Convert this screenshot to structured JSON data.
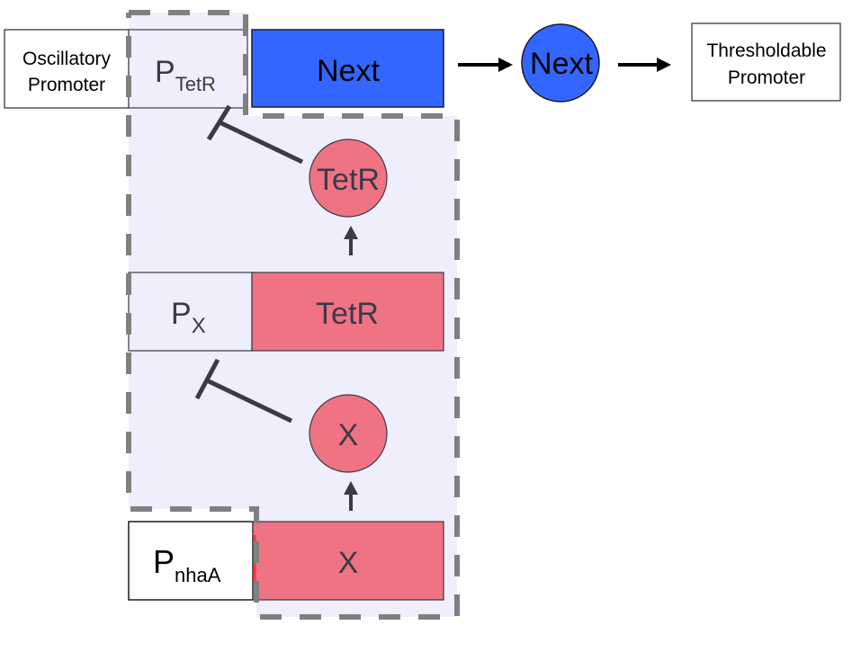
{
  "colors": {
    "region_fill": "#eeeefc",
    "region_dash": "#808080",
    "gene_red": "#ef7382",
    "next_blue": "#3366ff",
    "ink": "#3a3a4a",
    "red_edge": "#ff3344"
  },
  "top_row": {
    "oscillatory_promoter": {
      "line1": "Oscillatory",
      "line2": "Promoter"
    },
    "p_tetr": {
      "main": "P",
      "sub": "TetR"
    },
    "next_gene": "Next",
    "next_protein": "Next",
    "thresholdable_promoter": {
      "line1": "Thresholdable",
      "line2": "Promoter"
    }
  },
  "middle": {
    "tetr_protein": "TetR",
    "p_x": {
      "main": "P",
      "sub": "X"
    },
    "tetr_gene": "TetR",
    "x_protein": "X"
  },
  "bottom": {
    "p_nhaa": {
      "main": "P",
      "sub": "nhaA"
    },
    "x_gene": "X"
  }
}
